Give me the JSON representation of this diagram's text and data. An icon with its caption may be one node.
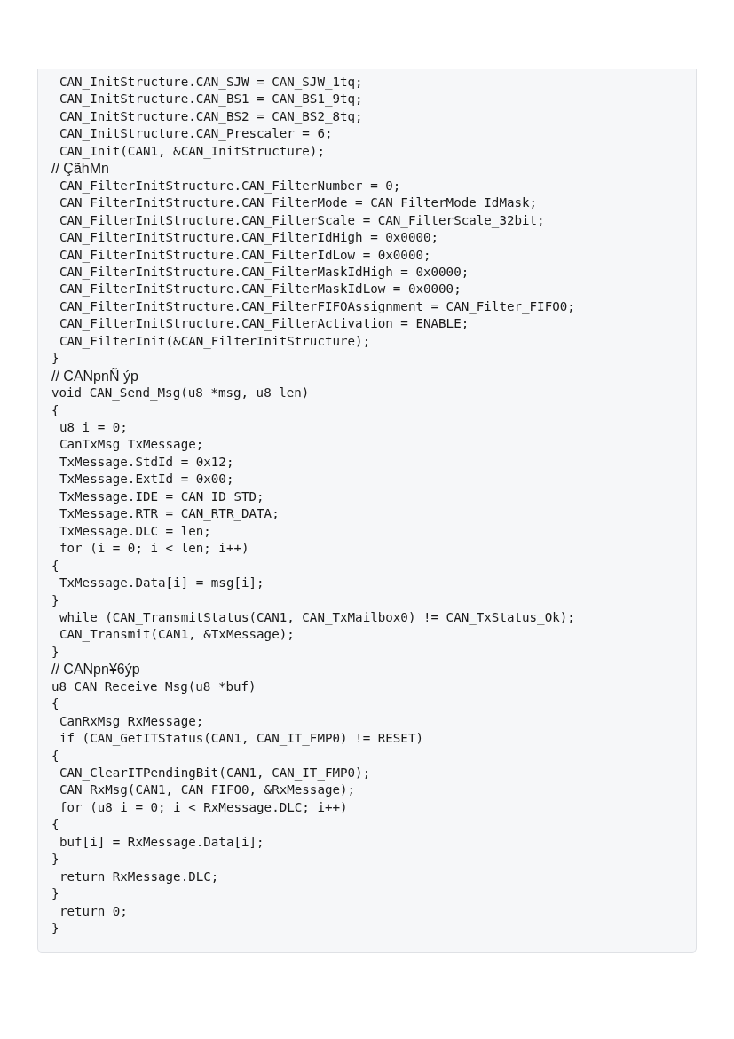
{
  "diagram": {
    "labels": [
      "CAN_InitStructure.CAN_SJW = CAN_SJW_1tq;",
      "CAN_InitStructure.CAN_BS1 = CAN_BS1_9tq;",
      "CAN_InitStructure.CAN_BS2 = CAN_BS2_8tq;",
      "CAN_InitStructure.CAN_Prescaler = 6;",
      "CAN_Init(CAN1, &CAN_InitStructure);",
      "// ÇãhMn",
      "CAN_FilterInitStructure.CAN_FilterNumber = 0;",
      "CAN_FilterInitStructure.CAN_FilterMode = CAN_FilterMode_IdMask;",
      "CAN_FilterInitStructure.CAN_FilterScale = CAN_FilterScale_32bit;",
      "CAN_FilterInitStructure.CAN_FilterIdHigh = 0x0000;",
      "CAN_FilterInitStructure.CAN_FilterIdLow = 0x0000;",
      "CAN_FilterInitStructure.CAN_FilterMaskIdHigh = 0x0000;",
      "CAN_FilterInitStructure.CAN_FilterMaskIdLow = 0x0000;",
      "CAN_FilterInitStructure.CAN_FilterFIFOAssignment = CAN_Filter_FIFO0;",
      "CAN_FilterInitStructure.CAN_FilterActivation = ENABLE;",
      "CAN_FilterInit(&CAN_FilterInitStructure);",
      "}",
      "// CANpnÑ ýp",
      "void CAN_Send_Msg(u8 *msg, u8 len)",
      "{",
      "u8 i = 0;",
      "CanTxMsg TxMessage;",
      "TxMessage.StdId = 0x12;",
      "TxMessage.ExtId = 0x00;",
      "TxMessage.IDE = CAN_ID_STD;",
      "TxMessage.RTR = CAN_RTR_DATA;",
      "TxMessage.DLC = len;",
      "for (i = 0; i < len; i++)",
      "{",
      "TxMessage.Data[i] = msg[i];",
      "}",
      "while (CAN_TransmitStatus(CAN1, CAN_TxMailbox0) != CAN_TxStatus_Ok);",
      "CAN_Transmit(CAN1, &TxMessage);",
      "}",
      "// CANpn¥6ýp",
      "u8 CAN_Receive_Msg(u8 *buf)",
      "{",
      "CanRxMsg RxMessage;",
      "if (CAN_GetITStatus(CAN1, CAN_IT_FMP0) != RESET)",
      "{",
      "CAN_ClearITPendingBit(CAN1, CAN_IT_FMP0);",
      "CAN_RxMsg(CAN1, CAN_FIFO0, &RxMessage);",
      "for (u8 i = 0; i < RxMessage.DLC; i++)",
      "{",
      "buf[i] = RxMessage.Data[i];",
      "}",
      "return RxMessage.DLC;",
      "}",
      "return 0;",
      "}"
    ]
  }
}
